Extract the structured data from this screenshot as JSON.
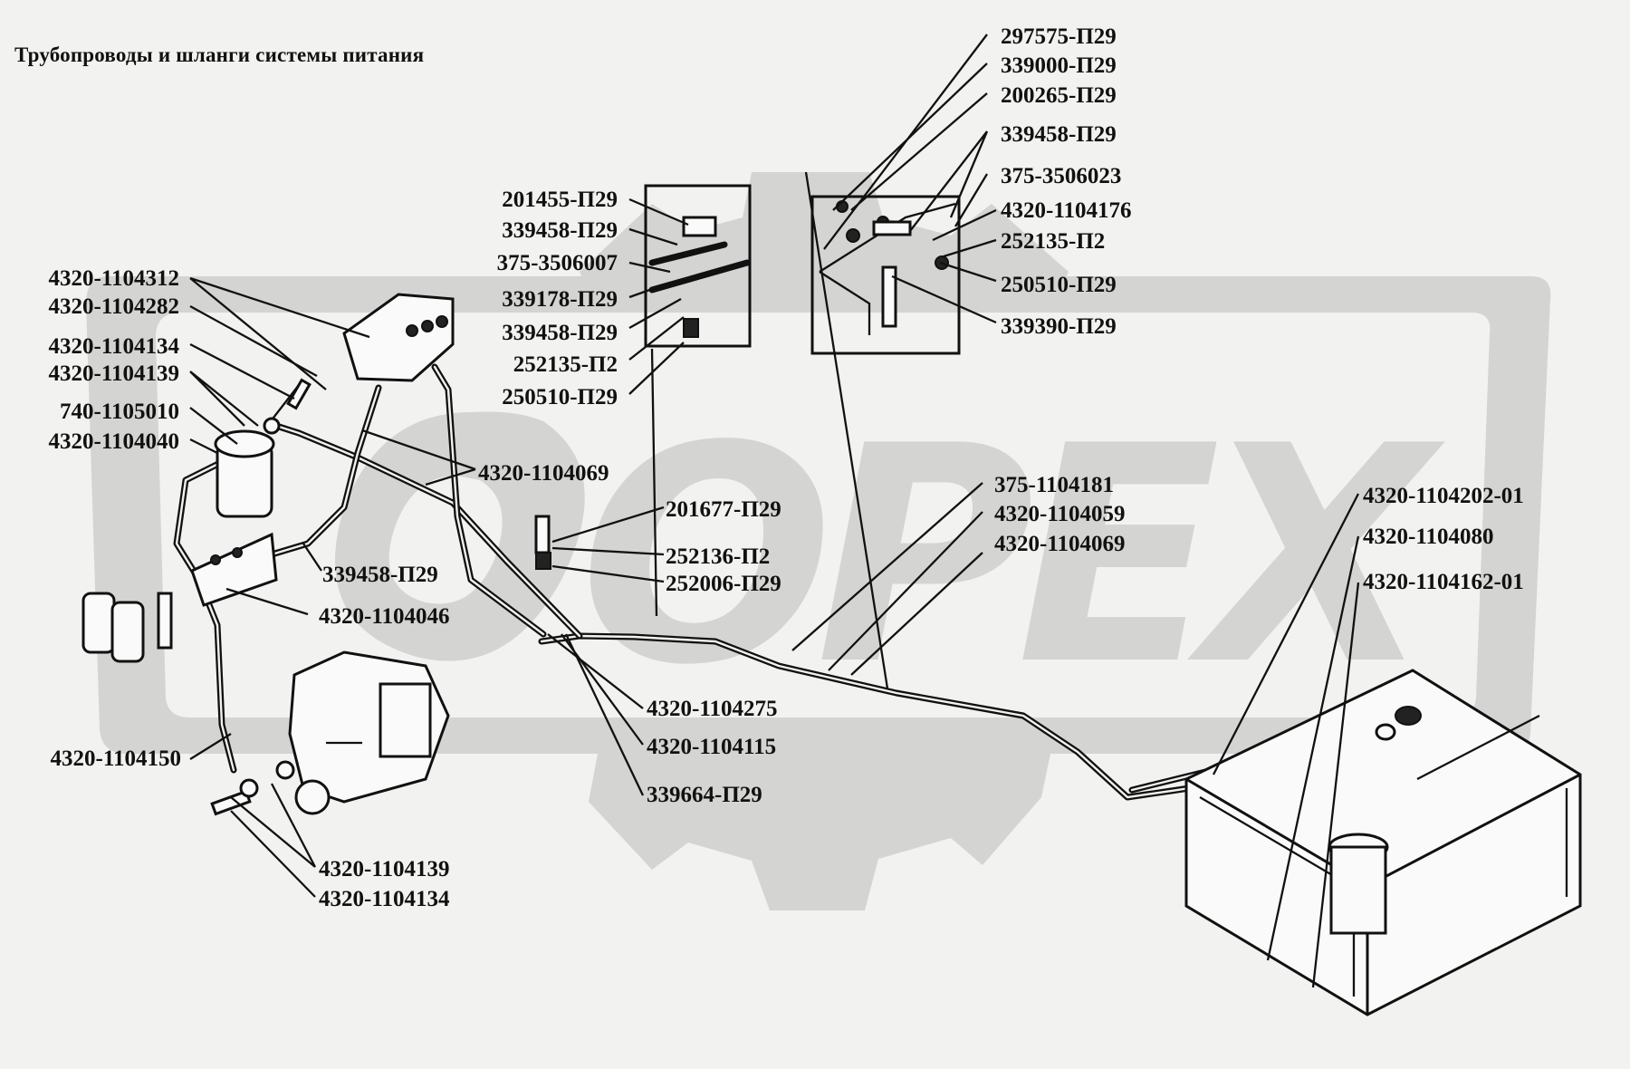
{
  "title": "Трубопроводы и шланги системы питания",
  "watermark": "OPEX",
  "colors": {
    "background": "#f2f2f0",
    "ink": "#111111",
    "watermark": "#d4d4d2"
  },
  "labels": [
    "297575-П29",
    "339000-П29",
    "200265-П29",
    "339458-П29",
    "375-3506023",
    "4320-1104176",
    "252135-П2",
    "250510-П29",
    "339390-П29",
    "201455-П29",
    "339458-П29",
    "375-3506007",
    "339178-П29",
    "339458-П29",
    "252135-П2",
    "250510-П29",
    "4320-1104312",
    "4320-1104282",
    "4320-1104134",
    "4320-1104139",
    "740-1105010",
    "4320-1104040",
    "4320-1104069",
    "201677-П29",
    "252136-П2",
    "252006-П29",
    "339458-П29",
    "4320-1104046",
    "375-1104181",
    "4320-1104059",
    "4320-1104069",
    "4320-1104202-01",
    "4320-1104080",
    "4320-1104162-01",
    "4320-1104275",
    "4320-1104115",
    "339664-П29",
    "4320-1104150",
    "4320-1104139",
    "4320-1104134"
  ]
}
